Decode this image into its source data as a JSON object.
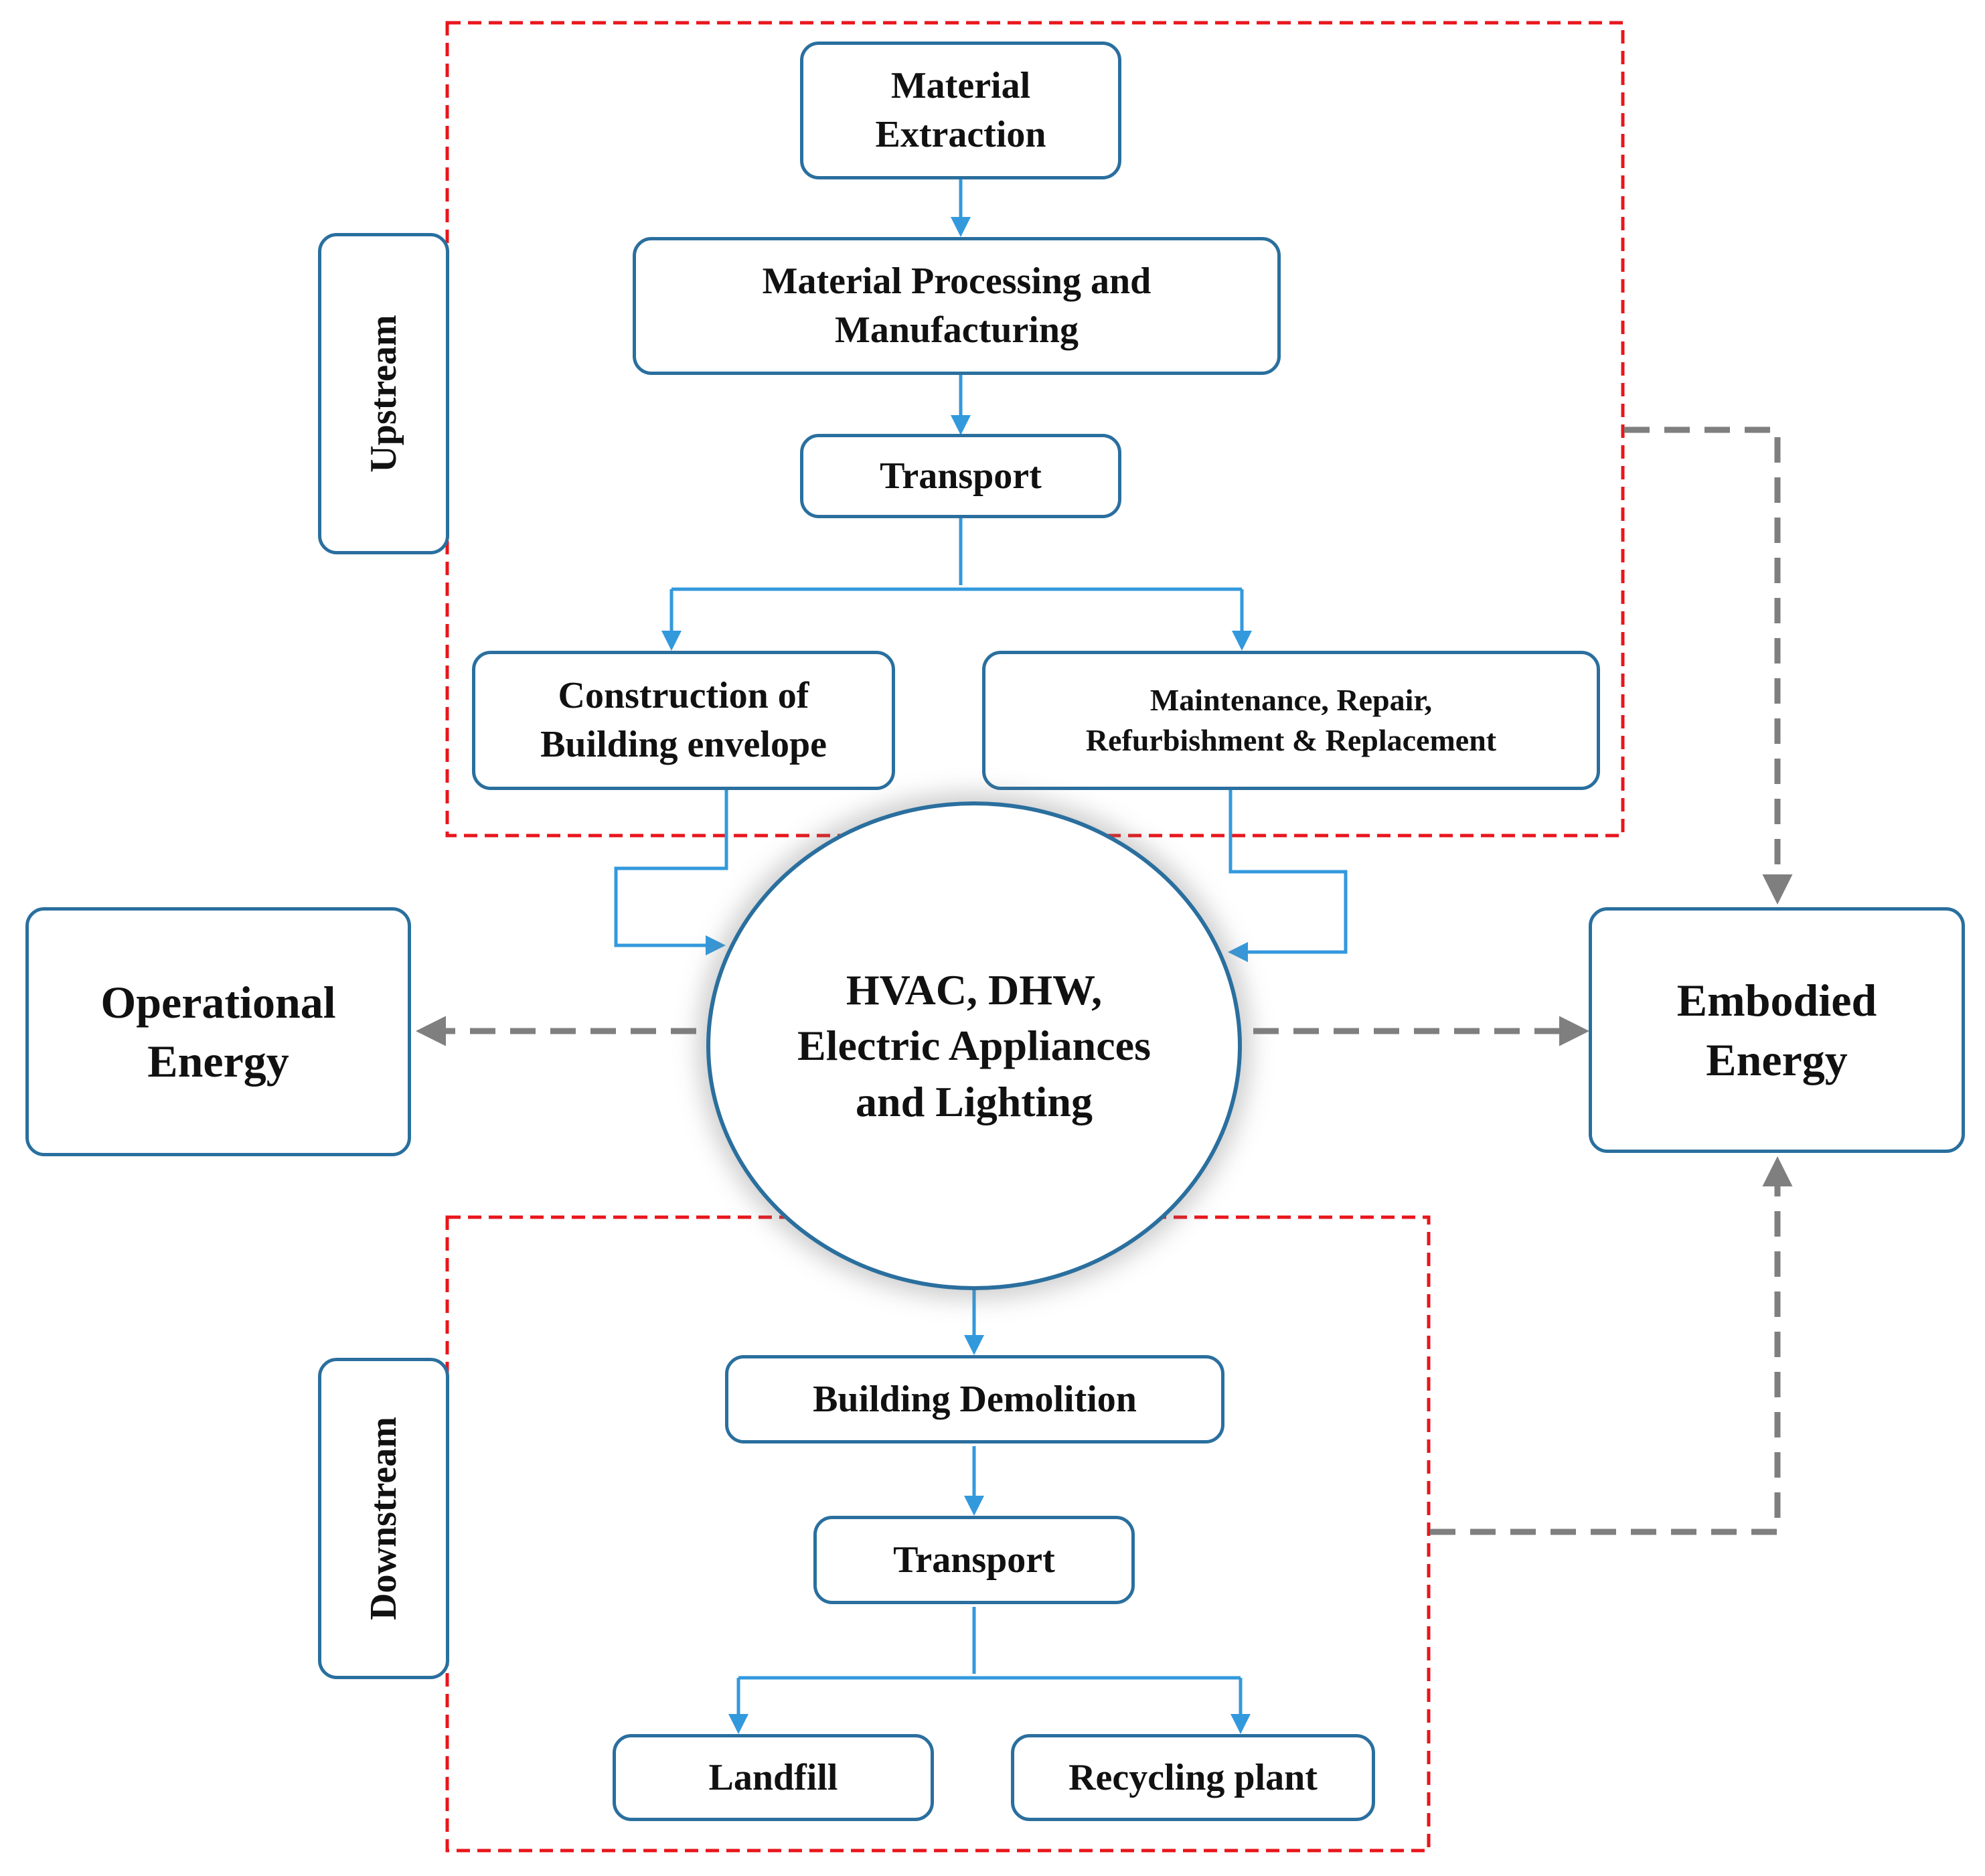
{
  "colors": {
    "box_border": "#2a6f9e",
    "flow_arrow": "#3399dd",
    "energy_arrow": "#7f7f7f",
    "stage_boundary": "#e8161c"
  },
  "upstream": {
    "label": "Upstream",
    "material_extraction": "Material\nExtraction",
    "material_processing": "Material Processing and\nManufacturing",
    "transport": "Transport",
    "construction": "Construction of\nBuilding envelope",
    "maintenance": "Maintenance, Repair,\nRefurbishment & Replacement"
  },
  "use_phase": {
    "label": "HVAC, DHW,\nElectric Appliances\nand Lighting"
  },
  "energy": {
    "operational": "Operational\nEnergy",
    "embodied": "Embodied\nEnergy"
  },
  "downstream": {
    "label": "Downstream",
    "demolition": "Building Demolition",
    "transport": "Transport",
    "landfill": "Landfill",
    "recycling": "Recycling plant"
  }
}
